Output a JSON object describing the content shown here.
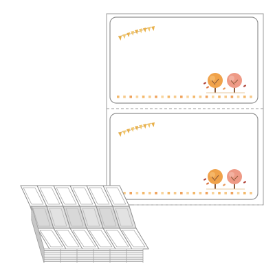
{
  "product": {
    "label_sheet": {
      "label_count_visible": 2,
      "decorations": [
        "bunting-flags",
        "autumn-trees",
        "falling-leaves",
        "dotted-border"
      ]
    },
    "fanfold_stack": {
      "labels_per_row": 6
    }
  },
  "colors": {
    "bunting": "#E8B04A",
    "tree_orange": "#F0A24A",
    "tree_pink": "#EE9A86",
    "trunk": "#8A5A3A",
    "dot_colors": [
      "#F3B86A",
      "#F6C98A",
      "#EFA35E",
      "#F8D49C"
    ],
    "leaf": "#B1453A",
    "outline": "#9a9a9a"
  }
}
